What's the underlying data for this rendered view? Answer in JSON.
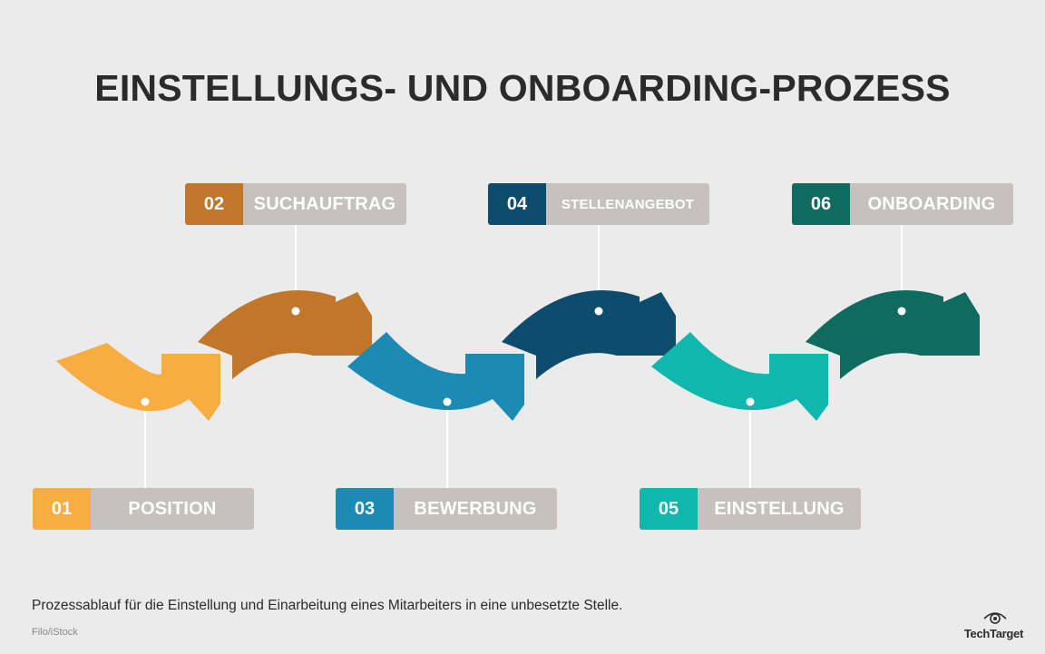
{
  "title": "EINSTELLUNGS- UND ONBOARDING-PROZESS",
  "steps": [
    {
      "number": "01",
      "label": "POSITION",
      "color": "#f7ad42"
    },
    {
      "number": "02",
      "label": "SUCHAUFTRAG",
      "color": "#c1762a"
    },
    {
      "number": "03",
      "label": "BEWERBUNG",
      "color": "#1b8bb4"
    },
    {
      "number": "04",
      "label": "STELLENANGEBOT",
      "color": "#0d4c6c"
    },
    {
      "number": "05",
      "label": "EINSTELLUNG",
      "color": "#10b7ad"
    },
    {
      "number": "06",
      "label": "ONBOARDING",
      "color": "#0e6b5e"
    }
  ],
  "label_color": "#c6c1be",
  "caption": "Prozessablauf für die Einstellung und Einarbeitung eines Mitarbeiters in eine unbesetzte Stelle.",
  "credit": "Filo/iStock",
  "logo": {
    "text": "TechTarget",
    "icon": "eye-icon"
  }
}
